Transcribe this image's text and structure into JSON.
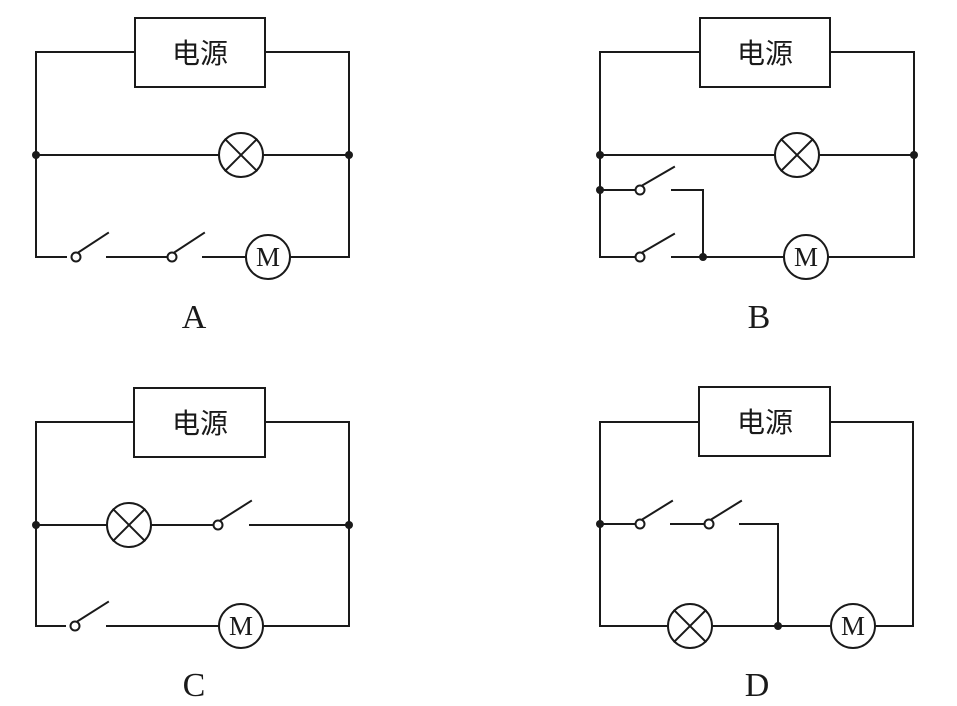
{
  "diagram": {
    "description": "Four circuit options with power supply, lamp, motor and switches",
    "colors": {
      "ink": "#1a1a1a",
      "background": "#ffffff"
    },
    "symbols": {
      "power_supply": "电源",
      "motor": "M",
      "lamp": "lamp-cross-circle-icon",
      "switch": "open-switch-icon",
      "junction": "junction-dot"
    },
    "circuits": [
      {
        "label": "A",
        "power_label": "电源",
        "motor_label": "M",
        "topology": "Lamp branch in parallel with a branch of two switches in series with motor",
        "branches": [
          {
            "components": [
              "lamp"
            ]
          },
          {
            "components": [
              "switch",
              "switch",
              "motor"
            ]
          }
        ]
      },
      {
        "label": "B",
        "power_label": "电源",
        "motor_label": "M",
        "topology": "Lamp branch in parallel with a branch of two parallel switches in series with motor",
        "branches": [
          {
            "components": [
              "lamp"
            ]
          },
          {
            "components": [
              "switch || switch",
              "motor"
            ]
          }
        ]
      },
      {
        "label": "C",
        "power_label": "电源",
        "motor_label": "M",
        "topology": "Lamp with a switch in parallel with a switch and motor",
        "branches": [
          {
            "components": [
              "lamp",
              "switch"
            ]
          },
          {
            "components": [
              "switch",
              "motor"
            ]
          }
        ]
      },
      {
        "label": "D",
        "power_label": "电源",
        "motor_label": "M",
        "topology": "Two switches in series bypass the lamp; lamp and motor in series",
        "branches": [
          {
            "components": [
              "switch",
              "switch"
            ],
            "note": "connects to node between lamp and motor"
          },
          {
            "components": [
              "lamp",
              "motor"
            ]
          }
        ]
      }
    ]
  }
}
